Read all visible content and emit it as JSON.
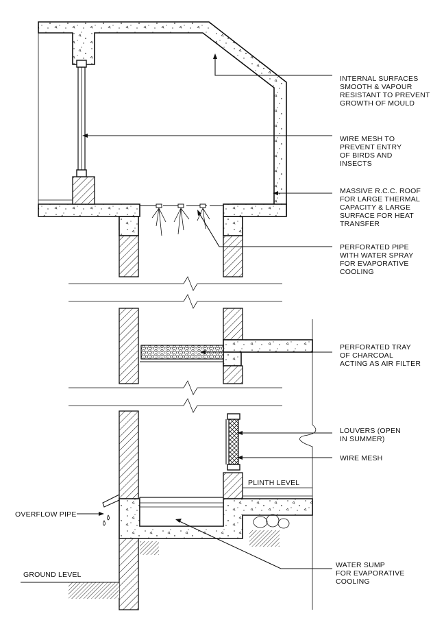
{
  "labels": {
    "internal_surfaces": [
      "INTERNAL SURFACES",
      "SMOOTH & VAPOUR",
      "RESISTANT TO PREVENT",
      "GROWTH OF MOULD"
    ],
    "wire_mesh_top": [
      "WIRE MESH TO",
      "PREVENT ENTRY",
      "OF BIRDS AND",
      "INSECTS"
    ],
    "rcc_roof": [
      "MASSIVE R.C.C. ROOF",
      "FOR LARGE THERMAL",
      "CAPACITY & LARGE",
      "SURFACE FOR HEAT",
      "TRANSFER"
    ],
    "perforated_pipe": [
      "PERFORATED PIPE",
      "WITH WATER SPRAY",
      "FOR EVAPORATIVE",
      "COOLING"
    ],
    "charcoal_tray": [
      "PERFORATED TRAY",
      "OF CHARCOAL",
      "ACTING AS AIR FILTER"
    ],
    "louvers": [
      "LOUVERS (OPEN",
      "IN SUMMER)"
    ],
    "wire_mesh_bottom": [
      "WIRE MESH"
    ],
    "plinth_level": [
      "PLINTH LEVEL"
    ],
    "overflow_pipe": [
      "OVERFLOW PIPE"
    ],
    "water_sump": [
      "WATER SUMP",
      "FOR EVAPORATIVE",
      "COOLING"
    ],
    "ground_level": [
      "GROUND LEVEL"
    ]
  }
}
